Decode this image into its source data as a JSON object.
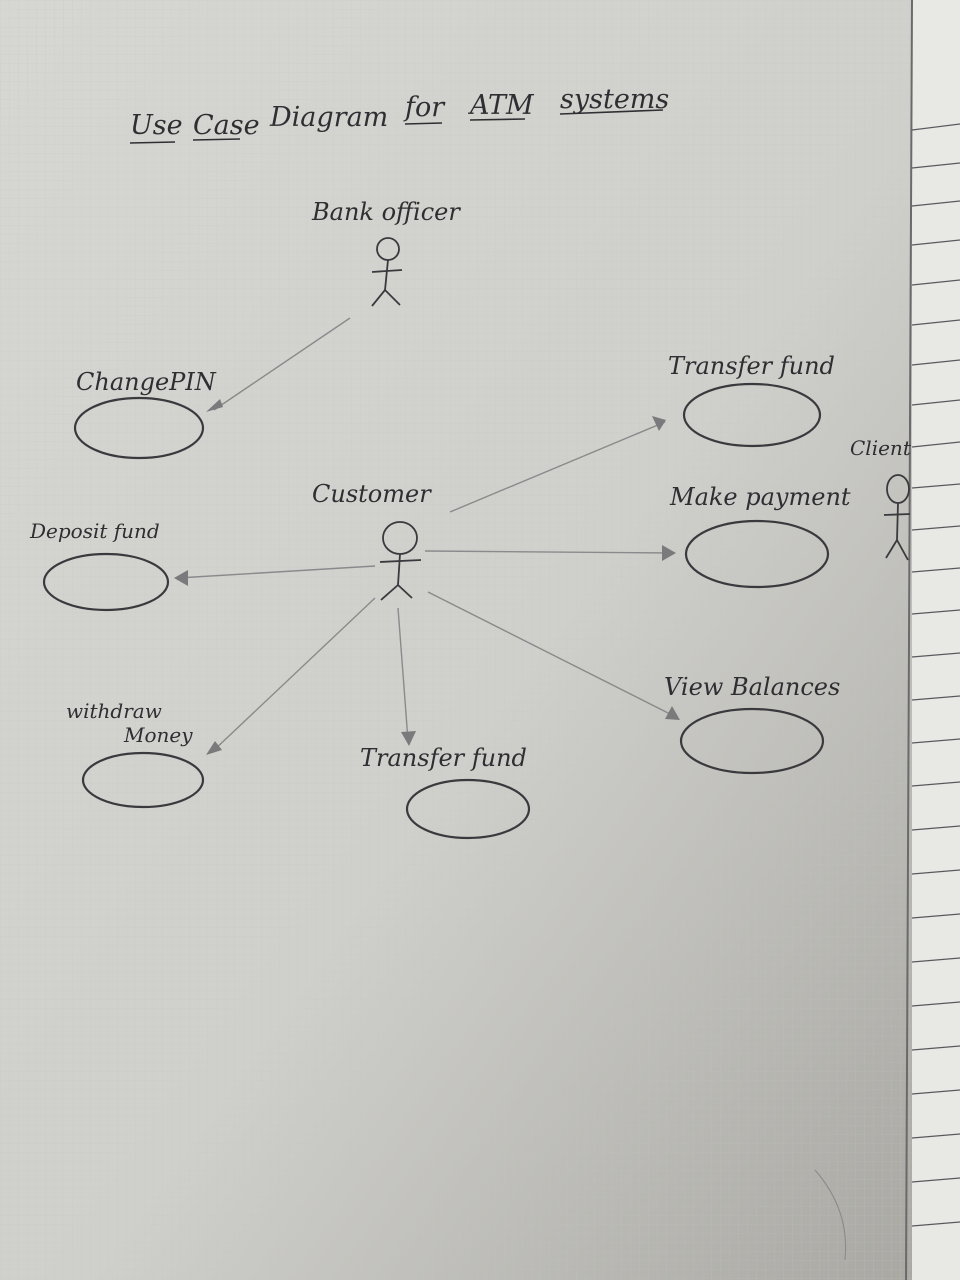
{
  "title": {
    "words": [
      "Use",
      "Case",
      "Diagram",
      "for",
      "ATM",
      "systems"
    ]
  },
  "actors": [
    {
      "id": "bank-officer",
      "label": "Bank officer"
    },
    {
      "id": "customer",
      "label": "Customer"
    },
    {
      "id": "client",
      "label": "Client"
    }
  ],
  "use_cases": [
    {
      "id": "change-pin",
      "label": "ChangePIN"
    },
    {
      "id": "transfer-fund-top",
      "label": "Transfer fund"
    },
    {
      "id": "make-payment",
      "label": "Make payment"
    },
    {
      "id": "deposit-fund",
      "label": "Deposit fund"
    },
    {
      "id": "withdraw-money",
      "label_lines": [
        "withdraw",
        "Money"
      ]
    },
    {
      "id": "transfer-fund-bottom",
      "label": "Transfer fund"
    },
    {
      "id": "view-balances",
      "label": "View Balances"
    }
  ],
  "associations": [
    {
      "from": "bank-officer",
      "to": "change-pin"
    },
    {
      "from": "customer",
      "to": "transfer-fund-top"
    },
    {
      "from": "customer",
      "to": "make-payment"
    },
    {
      "from": "customer",
      "to": "deposit-fund"
    },
    {
      "from": "customer",
      "to": "withdraw-money"
    },
    {
      "from": "customer",
      "to": "transfer-fund-bottom"
    },
    {
      "from": "customer",
      "to": "view-balances"
    }
  ]
}
